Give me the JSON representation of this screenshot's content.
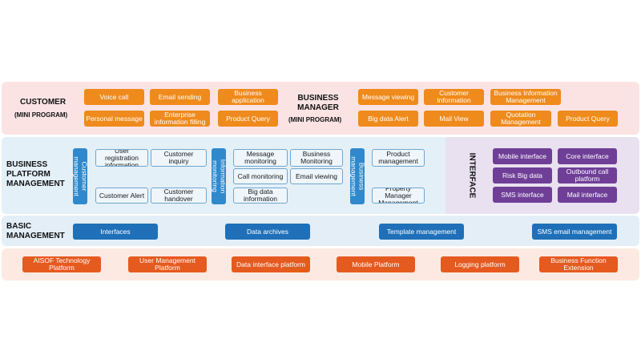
{
  "customer": {
    "label": "CUSTOMER",
    "sublabel": "(MINI PROGRAM)",
    "items": [
      "Voice call",
      "Email sending",
      "Business application",
      "Personal message",
      "Enterprise information filling",
      "Product Query"
    ]
  },
  "business_manager": {
    "label": "BUSINESS MANAGER",
    "sublabel": "(MINI PROGRAM)",
    "items": [
      "Message viewing",
      "Customer Information",
      "Business Information Management",
      "Big data Alert",
      "Mail View",
      "Quotation Management",
      "Product Query"
    ]
  },
  "platform": {
    "label": "BUSINESS PLATFORM MANAGEMENT",
    "groups": [
      {
        "name": "Customer management",
        "items": [
          "User registration information",
          "Customer inquiry",
          "Customer Alert",
          "Customer handover"
        ]
      },
      {
        "name": "Information monitoring",
        "items": [
          "Message monitoring",
          "Business Monitoring",
          "Call monitoring",
          "Email viewing",
          "Big data information"
        ]
      },
      {
        "name": "Business management",
        "items": [
          "Product management",
          "Property Manager Management"
        ]
      }
    ]
  },
  "interface": {
    "label": "INTERFACE",
    "items": [
      "Mobile interface",
      "Core interface",
      "Risk Big data",
      "Outbound call platform",
      "SMS interface",
      "Mail interface"
    ]
  },
  "basic": {
    "label": "BASIC MANAGEMENT",
    "items": [
      "Interfaces",
      "Data archives",
      "Template management",
      "SMS email management"
    ]
  },
  "foundation": {
    "items": [
      "AISOF Technology Platform",
      "User Management Platform",
      "Data interface platform",
      "Mobile Platform",
      "Logging platform",
      "Business Function Extension"
    ]
  },
  "colors": {
    "customer_band": "#fbe3e4",
    "platform_band": "#e4f0f8",
    "interface_band": "#e9e1f0",
    "basic_band": "#e3eef7",
    "foundation_band": "#fce9e1",
    "orange": "#ef8a1c",
    "blue": "#2f89cc",
    "dark_blue": "#1f70b8",
    "purple": "#6f3f97",
    "red_orange": "#e55a1f"
  }
}
